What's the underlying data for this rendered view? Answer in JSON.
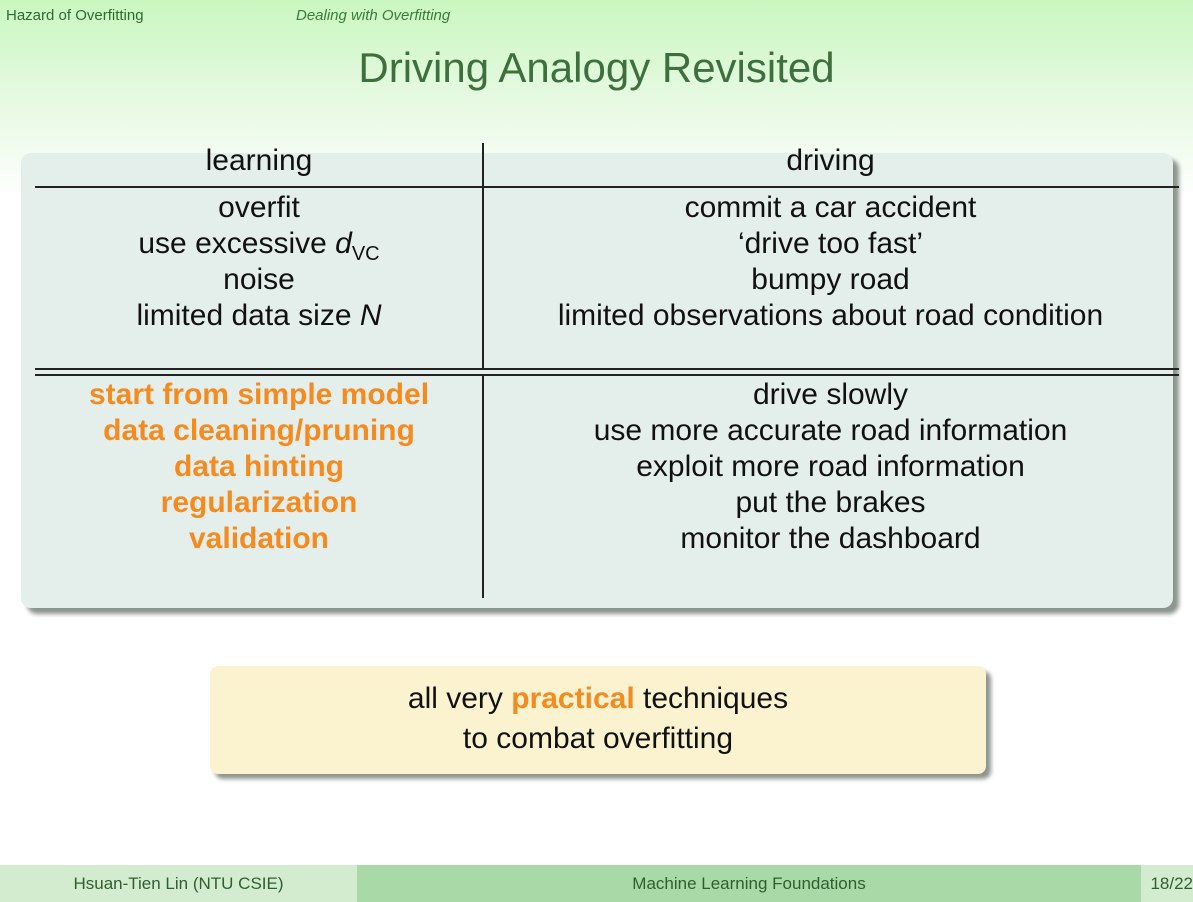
{
  "nav": {
    "section": "Hazard of Overfitting",
    "subsection": "Dealing with Overfitting"
  },
  "title": "Driving Analogy Revisited",
  "table": {
    "headers": {
      "left": "learning",
      "right": "driving"
    },
    "analogy_rows": [
      {
        "left": "overfit",
        "right": "commit a car accident"
      },
      {
        "left_prefix": "use excessive ",
        "left_var": "d",
        "left_sub": "VC",
        "right": "‘drive too fast’"
      },
      {
        "left": "noise",
        "right": "bumpy road"
      },
      {
        "left_prefix": "limited data size ",
        "left_var": "N",
        "right": "limited observations about road condition"
      }
    ],
    "technique_rows": [
      {
        "left": "start from simple model",
        "right": "drive slowly"
      },
      {
        "left": "data cleaning/pruning",
        "right": "use more accurate road information"
      },
      {
        "left": "data hinting",
        "right": "exploit more road information"
      },
      {
        "left": "regularization",
        "right": "put the brakes"
      },
      {
        "left": "validation",
        "right": "monitor the dashboard"
      }
    ]
  },
  "note": {
    "pre": "all very ",
    "highlight": "practical",
    "post": " techniques",
    "line2": "to combat overfitting"
  },
  "footer": {
    "author": "Hsuan-Tien Lin  (NTU CSIE)",
    "course": "Machine Learning Foundations",
    "page": "18/22"
  },
  "colors": {
    "highlight": "#f58a1f",
    "title": "#3f6f3f",
    "table_bg": "#e4efec",
    "note_bg": "#fbf3cf"
  }
}
